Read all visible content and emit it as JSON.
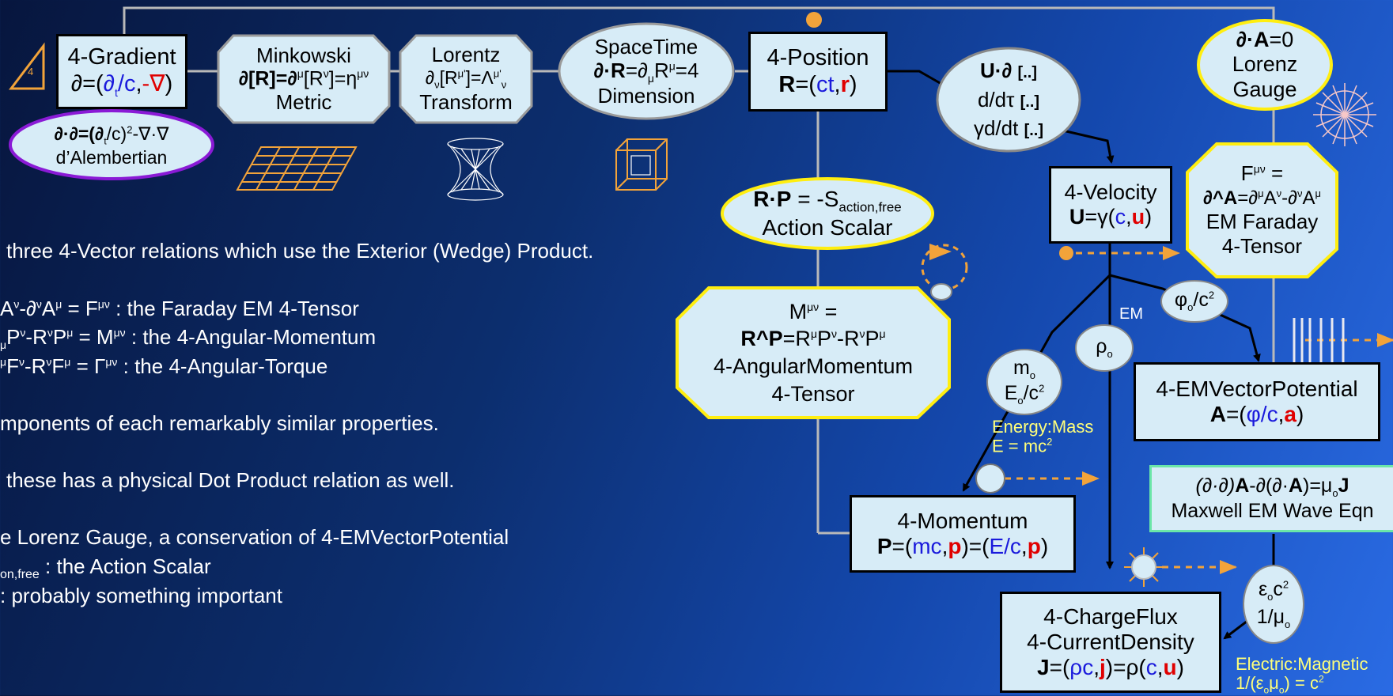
{
  "top_row": {
    "gradient": {
      "title": "4-Gradient",
      "lhs": "∂=(",
      "dt": "∂",
      "dt_sub": "t",
      "over_c": "/c",
      "comma": ",",
      "minus_nabla": "-∇",
      "close": ")"
    },
    "badge_number": "4",
    "dalembertian": {
      "formula": "∂·∂=(∂",
      "sub_t": "t",
      "mid": "/c)",
      "sup2": "2",
      "tail": "-∇·∇",
      "label": "d’Alembertian"
    },
    "minkowski": {
      "title": "Minkowski",
      "formula": "∂[R]=∂",
      "mu": "μ",
      "mid": "[R",
      "nu": "ν",
      "eq": "]=η",
      "munu": "μν",
      "label": "Metric"
    },
    "lorentz": {
      "title": "Lorentz",
      "formula_a": "∂",
      "sub_nu": "ν",
      "formula_b": "[R",
      "sup_mu": "μ'",
      "formula_c": "]=Λ",
      "sup_mu2": "μ'",
      "sub_nu2": "ν",
      "label": "Transform"
    },
    "spacetime": {
      "title": "SpaceTime",
      "lhs": "∂·R",
      "eq": "=∂",
      "sub_mu": "μ",
      "r": "R",
      "sup_mu": "μ",
      "tail": "=4",
      "label": "Dimension"
    },
    "position": {
      "title": "4-Position",
      "lhs": "R",
      "eq": "=(",
      "ct": "ct",
      "comma": ",",
      "r": "r",
      "close": ")"
    },
    "lorenz_gauge": {
      "lhs": "∂·A",
      "eq": "=0",
      "l1": "Lorenz",
      "l2": "Gauge"
    }
  },
  "u_derivs": {
    "l1": "U·∂",
    "l2": "d/dτ",
    "l3": "γd/dt",
    "dots": "[..]"
  },
  "velocity": {
    "title": "4-Velocity",
    "lhs": "U",
    "eq": "=γ(",
    "c": "c",
    "comma": ",",
    "u": "u",
    "close": ")"
  },
  "faraday": {
    "f": "F",
    "sup": "μν",
    "eq": " =",
    "lhs": "∂^A",
    "rhs1": "=∂",
    "mu": "μ",
    "a1": "A",
    "nu": "ν",
    "minus": "-∂",
    "nu2": "ν",
    "a2": "A",
    "mu2": "μ",
    "l3": "EM Faraday",
    "l4": "4-Tensor"
  },
  "action": {
    "lhs": "R·P",
    "eq": " = -S",
    "sub": "action,free",
    "label": "Action Scalar"
  },
  "angular": {
    "m": "M",
    "sup": "μν",
    "eq": " =",
    "lhs": "R^P",
    "rhs": "=R",
    "mu": "μ",
    "p": "P",
    "nu": "ν",
    "minus": "-R",
    "nu2": "ν",
    "p2": "P",
    "mu2": "μ",
    "l3": "4-AngularMomentum",
    "l4": "4-Tensor"
  },
  "small": {
    "phi": "φ",
    "phi_sub": "o",
    "phi_tail": "/c",
    "sq": "2",
    "em": "EM",
    "rho": "ρ",
    "rho_sub": "o",
    "m": "m",
    "m_sub": "o",
    "e": "E",
    "e_sub": "o",
    "e_tail": "/c",
    "eps": "ε",
    "eps_sub": "o",
    "eps_c": "c",
    "eps_l2": "1/μ",
    "mu_sub": "o"
  },
  "emvp": {
    "title": "4-EMVectorPotential",
    "lhs": "A",
    "eq": "=(",
    "phi": "φ/c",
    "comma": ",",
    "a": "a",
    "close": ")"
  },
  "maxwell": {
    "l1a": "(∂·∂)",
    "l1b": "A",
    "l1c": "-∂(∂·",
    "l1d": "A",
    "l1e": ")=μ",
    "l1sub": "o",
    "l1f": "J",
    "l2": "Maxwell EM Wave Eqn"
  },
  "momentum": {
    "title": "4-Momentum",
    "lhs": "P",
    "eq": "=(",
    "mc": "mc",
    "comma": ",",
    "p": "p",
    "mid": ")=(",
    "ec": "E/c",
    "close": ")"
  },
  "chargeflux": {
    "l1": "4-ChargeFlux",
    "l2": "4-CurrentDensity",
    "lhs": "J",
    "eq": "=(",
    "rc": "ρc",
    "comma": ",",
    "j": "j",
    "mid": ")=ρ(",
    "c": "c",
    "u": "u",
    "close": ")"
  },
  "energy_mass": {
    "l1": "Energy:Mass",
    "l2": "E = mc",
    "sup": "2"
  },
  "electric_magnetic": {
    "l1": "Electric:Magnetic",
    "l2": "1/(ε",
    "sub": "o",
    "l2b": "μ",
    "l2c": ") = c",
    "sup": "2"
  },
  "notes": {
    "line1": "three 4-Vector relations which use the Exterior (Wedge) Product.",
    "line2": "A",
    "line2b": "-∂",
    "line2c": "A",
    "line2d": " = F",
    "line2e": " : the Faraday EM 4-Tensor",
    "line3": "P",
    "line3b": "-R",
    "line3c": "P",
    "line3d": " = M",
    "line3e": " : the 4-Angular-Momentum",
    "line4": "F",
    "line4b": "-R",
    "line4c": "F",
    "line4d": " = Γ",
    "line4e": " : the 4-Angular-Torque",
    "line5": "mponents of each remarkably similar properties.",
    "line6": "these has a physical Dot Product relation as well.",
    "line7": "e Lorenz Gauge, a conservation of 4-EMVectorPotential",
    "line8": "on,free",
    "line8b": " :  the Action Scalar",
    "line9": ":  probably something important",
    "sup_nu": "ν",
    "sup_mu": "μ",
    "sup_munu": "μν",
    "sub_mu": "μ"
  },
  "colors": {
    "node_fill": "#d7ecf7",
    "wire_grey": "#b9b9b9",
    "octagon_border": "#ffee10",
    "accent_orange": "#f2a33a",
    "purple_border": "#8a1ad6",
    "green_border": "#6be6a8",
    "blue_text": "#1a1adc",
    "red_text": "#e00000"
  }
}
